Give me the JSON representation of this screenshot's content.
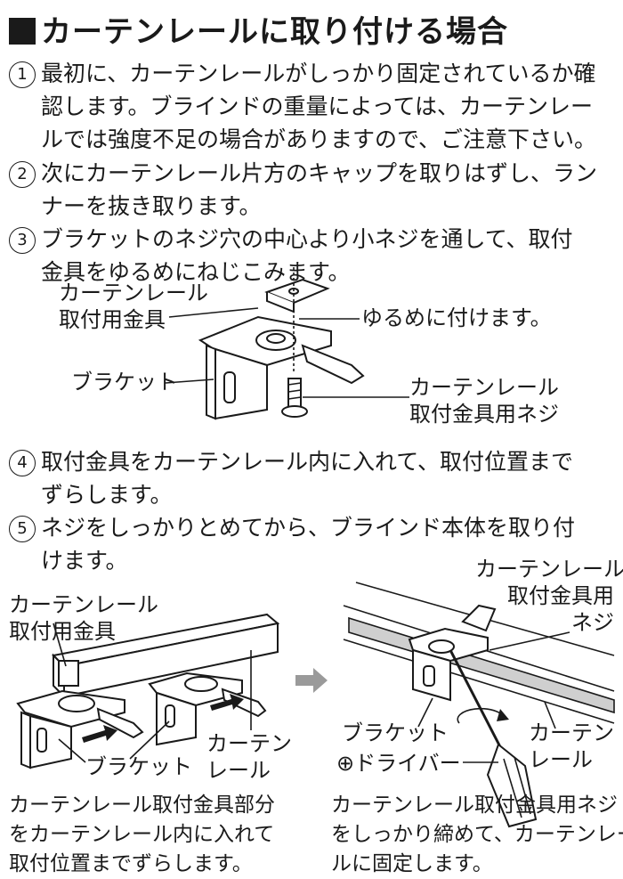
{
  "title": "カーテンレールに取り付ける場合",
  "steps": [
    {
      "num": "1",
      "lines": [
        "最初に、カーテンレールがしっかり固定されているか確",
        "認します。ブラインドの重量によっては、カーテンレー",
        "ルでは強度不足の場合がありますので、ご注意下さい。"
      ]
    },
    {
      "num": "2",
      "lines": [
        "次にカーテンレール片方のキャップを取りはずし、ラン",
        "ナーを抜き取ります。"
      ]
    },
    {
      "num": "3",
      "lines": [
        "ブラケットのネジ穴の中心より小ネジを通して、取付",
        "金具をゆるめにねじこみます。"
      ]
    },
    {
      "num": "4",
      "lines": [
        "取付金具をカーテンレール内に入れて、取付位置まで",
        "ずらします。"
      ]
    },
    {
      "num": "5",
      "lines": [
        "ネジをしっかりとめてから、ブラインド本体を取り付",
        "けます。"
      ]
    }
  ],
  "fig1": {
    "mount_label": [
      "カーテンレール",
      "取付用金具"
    ],
    "loose_label": "ゆるめに付けます。",
    "bracket_label": "ブラケット",
    "screw_label": [
      "カーテンレール",
      "取付金具用ネジ"
    ]
  },
  "fig2": {
    "mount_label": [
      "カーテンレール",
      "取付用金具"
    ],
    "bracket_label": "ブラケット",
    "rail_label": [
      "カーテン",
      "レール"
    ],
    "caption": [
      "カーテンレール取付金具部分",
      "をカーテンレール内に入れて",
      "取付位置までずらします。"
    ]
  },
  "fig3": {
    "screw_label": [
      "カーテンレール",
      "取付金具用",
      "ネジ"
    ],
    "bracket_label": "ブラケット",
    "rail_label": [
      "カーテン",
      "レール"
    ],
    "driver_label": "⊕ドライバー",
    "caption": [
      "カーテンレール取付金具用ネジ",
      "をしっかり締めて、カーテンレー",
      "ルに固定します。"
    ]
  }
}
